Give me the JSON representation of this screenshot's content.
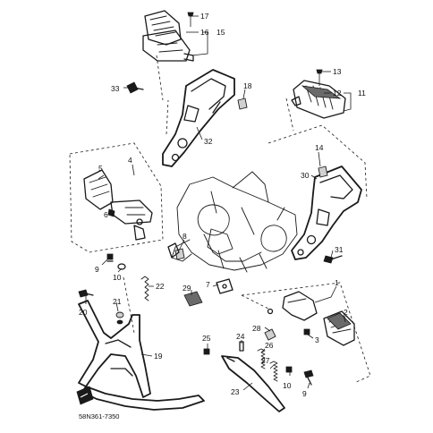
{
  "diagram": {
    "callouts": [
      "17",
      "16",
      "15",
      "13",
      "12",
      "11",
      "33",
      "18",
      "32",
      "4",
      "5",
      "6",
      "14",
      "30",
      "8",
      "31",
      "9",
      "10",
      "22",
      "7",
      "29",
      "1",
      "20",
      "21",
      "2",
      "28",
      "3",
      "25",
      "24",
      "19",
      "26",
      "27",
      "10",
      "23",
      "9"
    ],
    "code": "58N361-7350",
    "ink_color": "#1a1a1a",
    "paper_color": "#ffffff"
  }
}
